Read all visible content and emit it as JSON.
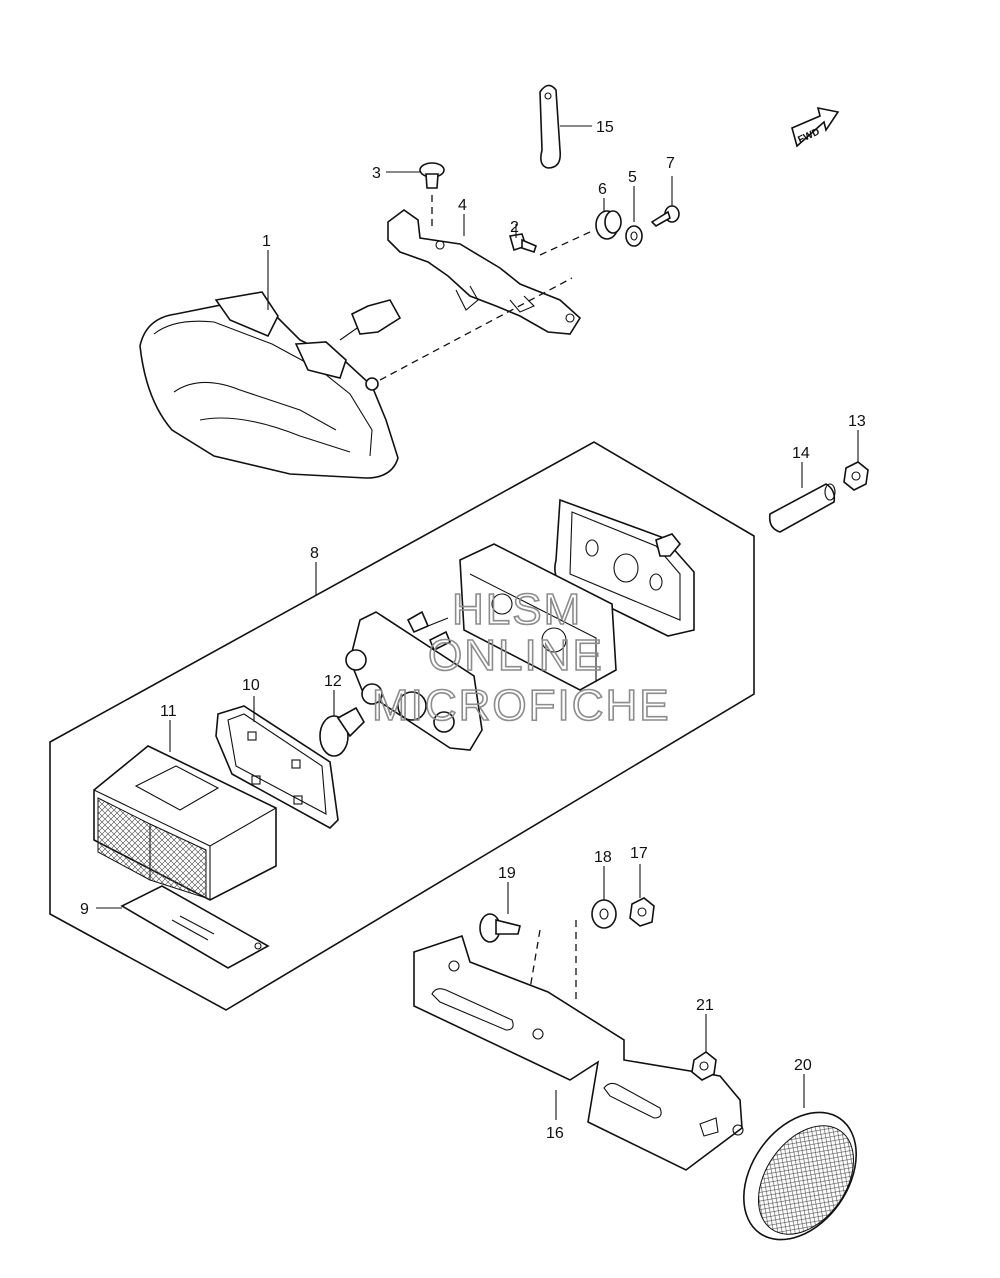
{
  "diagram": {
    "fwd_label": "FWD",
    "watermark": [
      "HLSM",
      "ONLINE",
      "MICROFICHE"
    ],
    "callouts": [
      "1",
      "2",
      "3",
      "4",
      "5",
      "6",
      "7",
      "8",
      "9",
      "10",
      "11",
      "12",
      "13",
      "14",
      "15",
      "16",
      "17",
      "18",
      "19",
      "20",
      "21"
    ]
  },
  "colors": {
    "line": "#111111",
    "watermark": "#8c8c8c",
    "background": "#ffffff"
  }
}
